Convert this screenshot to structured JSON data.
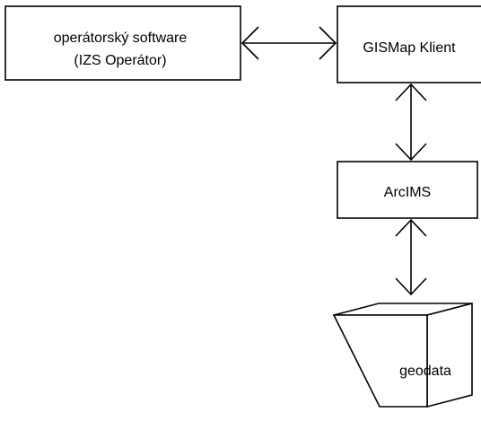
{
  "diagram": {
    "nodes": {
      "operator_software": {
        "line1": "operátorský software",
        "line2": "(IZS Operátor)"
      },
      "gismap_client": {
        "label": "GISMap Klient"
      },
      "arcims": {
        "label": "ArcIMS"
      },
      "geodata": {
        "label": "geodata"
      }
    },
    "edges": [
      {
        "from": "operator_software",
        "to": "gismap_client",
        "direction": "bidirectional"
      },
      {
        "from": "gismap_client",
        "to": "arcims",
        "direction": "bidirectional"
      },
      {
        "from": "arcims",
        "to": "geodata",
        "direction": "bidirectional"
      }
    ],
    "colors": {
      "stroke": "#000000",
      "fill": "#ffffff"
    }
  }
}
